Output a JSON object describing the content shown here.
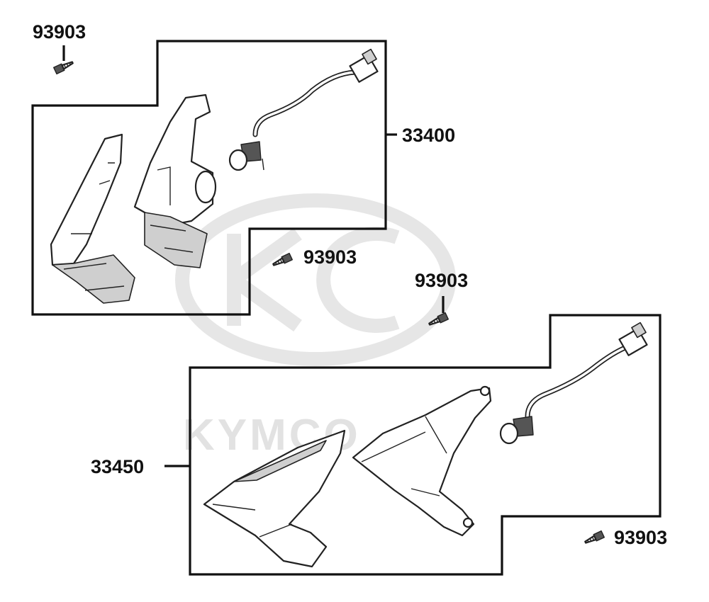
{
  "diagram": {
    "watermark": {
      "brand": "KYMCO"
    },
    "callouts": {
      "screw_top_left": "93903",
      "assembly_upper": "33400",
      "screw_upper_mid": "93903",
      "screw_center": "93903",
      "assembly_lower": "33450",
      "screw_bottom_right": "93903"
    }
  }
}
